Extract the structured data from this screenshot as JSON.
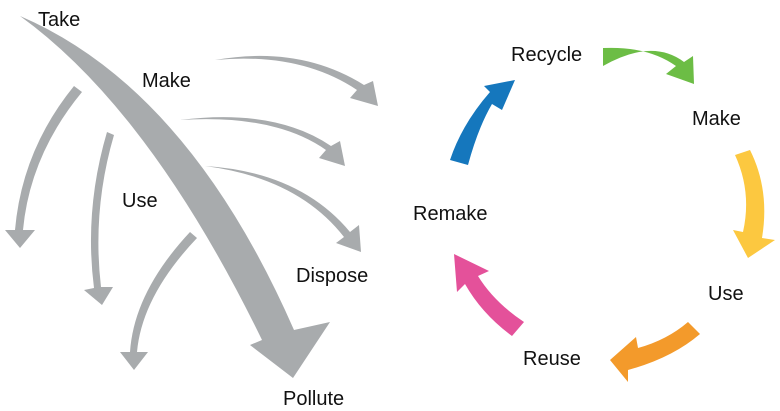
{
  "linear": {
    "labels": {
      "take": "Take",
      "make": "Make",
      "use": "Use",
      "dispose": "Dispose",
      "pollute": "Pollute"
    },
    "arrow_color": "#a8abad"
  },
  "circular": {
    "labels": {
      "recycle": "Recycle",
      "make": "Make",
      "use": "Use",
      "reuse": "Reuse",
      "remake": "Remake"
    },
    "colors": {
      "recycle_to_make": "#6cbd45",
      "make_to_use": "#fcc840",
      "use_to_reuse": "#f39a2b",
      "reuse_to_remake": "#e4519a",
      "remake_to_recycle": "#1577bd"
    }
  }
}
